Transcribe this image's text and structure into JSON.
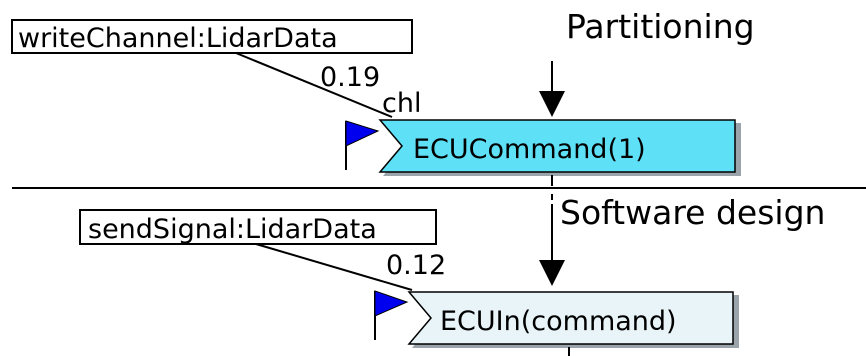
{
  "top": {
    "section_title": "Partitioning",
    "call_label": "writeChannel:LidarData",
    "value": "0.19",
    "value_color": "#000000",
    "channel_label": "chl",
    "event_label": "ECUCommand(1)",
    "event_fill": "#5ee0f7"
  },
  "bottom": {
    "section_title": "Software design",
    "call_label": "sendSignal:LidarData",
    "value": "0.12",
    "value_color": "#ff0000",
    "event_label": "ECUIn(command)",
    "event_fill": "#e8f4f8"
  },
  "icons": [
    "flag-icon",
    "flag-icon"
  ]
}
